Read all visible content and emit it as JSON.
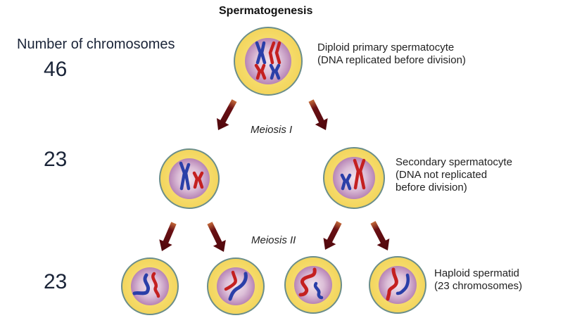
{
  "title": "Spermatogenesis",
  "axis_label": "Number of chromosomes",
  "counts": {
    "primary": "46",
    "secondary": "23",
    "spermatid": "23"
  },
  "stages": {
    "meiosis_1": "Meiosis I",
    "meiosis_2": "Meiosis II"
  },
  "descriptions": {
    "primary": [
      "Diploid primary spermatocyte",
      "(DNA replicated before division)"
    ],
    "secondary": [
      "Secondary spermatocyte",
      "(DNA not replicated",
      "before division)"
    ],
    "spermatid": [
      "Haploid spermatid",
      "(23 chromosomes)"
    ]
  },
  "colors": {
    "cytoplasm": "#f5dc6a",
    "cell_border": "#6b8e8a",
    "nucleus": "#c79cc4",
    "nucleus_center": "#ecdbe6",
    "chromosome_blue": "#2a3fa8",
    "chromosome_red": "#c42020",
    "arrow": "#5a0a10"
  },
  "cells": [
    {
      "id": "primary-spermatocyte",
      "level": 0,
      "chromosomes": [
        "blue-large",
        "red-large",
        "red-small",
        "blue-small"
      ]
    },
    {
      "id": "secondary-spermatocyte-left",
      "level": 1,
      "chromosomes": [
        "blue-large",
        "red-small"
      ]
    },
    {
      "id": "secondary-spermatocyte-right",
      "level": 1,
      "chromosomes": [
        "blue-small",
        "red-large"
      ]
    },
    {
      "id": "spermatid-1",
      "level": 2,
      "chromosomes": [
        "blue-long",
        "red-short"
      ]
    },
    {
      "id": "spermatid-2",
      "level": 2,
      "chromosomes": [
        "red-short",
        "blue-long"
      ]
    },
    {
      "id": "spermatid-3",
      "level": 2,
      "chromosomes": [
        "red-long",
        "blue-short"
      ]
    },
    {
      "id": "spermatid-4",
      "level": 2,
      "chromosomes": [
        "red-long",
        "blue-short"
      ]
    }
  ]
}
